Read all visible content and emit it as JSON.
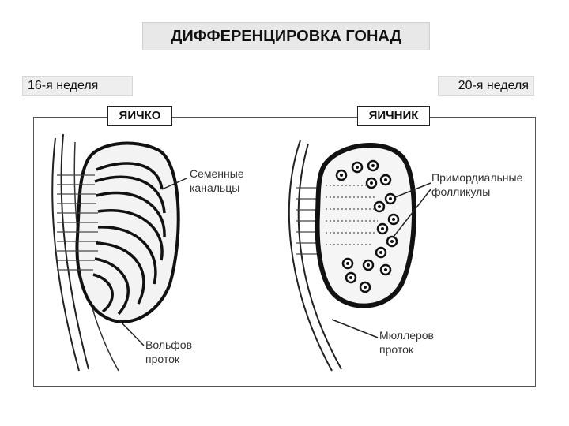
{
  "title": "ДИФФЕРЕНЦИРОВКА ГОНАД",
  "week_left": "16-я неделя",
  "week_right": "20-я неделя",
  "testis_label": "ЯИЧКО",
  "ovary_label": "ЯИЧНИК",
  "annotations": {
    "seminiferous_1": "Семенные",
    "seminiferous_2": "канальцы",
    "wolffian_1": "Вольфов",
    "wolffian_2": "проток",
    "follicles_1": "Примордиальные",
    "follicles_2": "фолликулы",
    "mullerian_1": "Мюллеров",
    "mullerian_2": "проток"
  }
}
